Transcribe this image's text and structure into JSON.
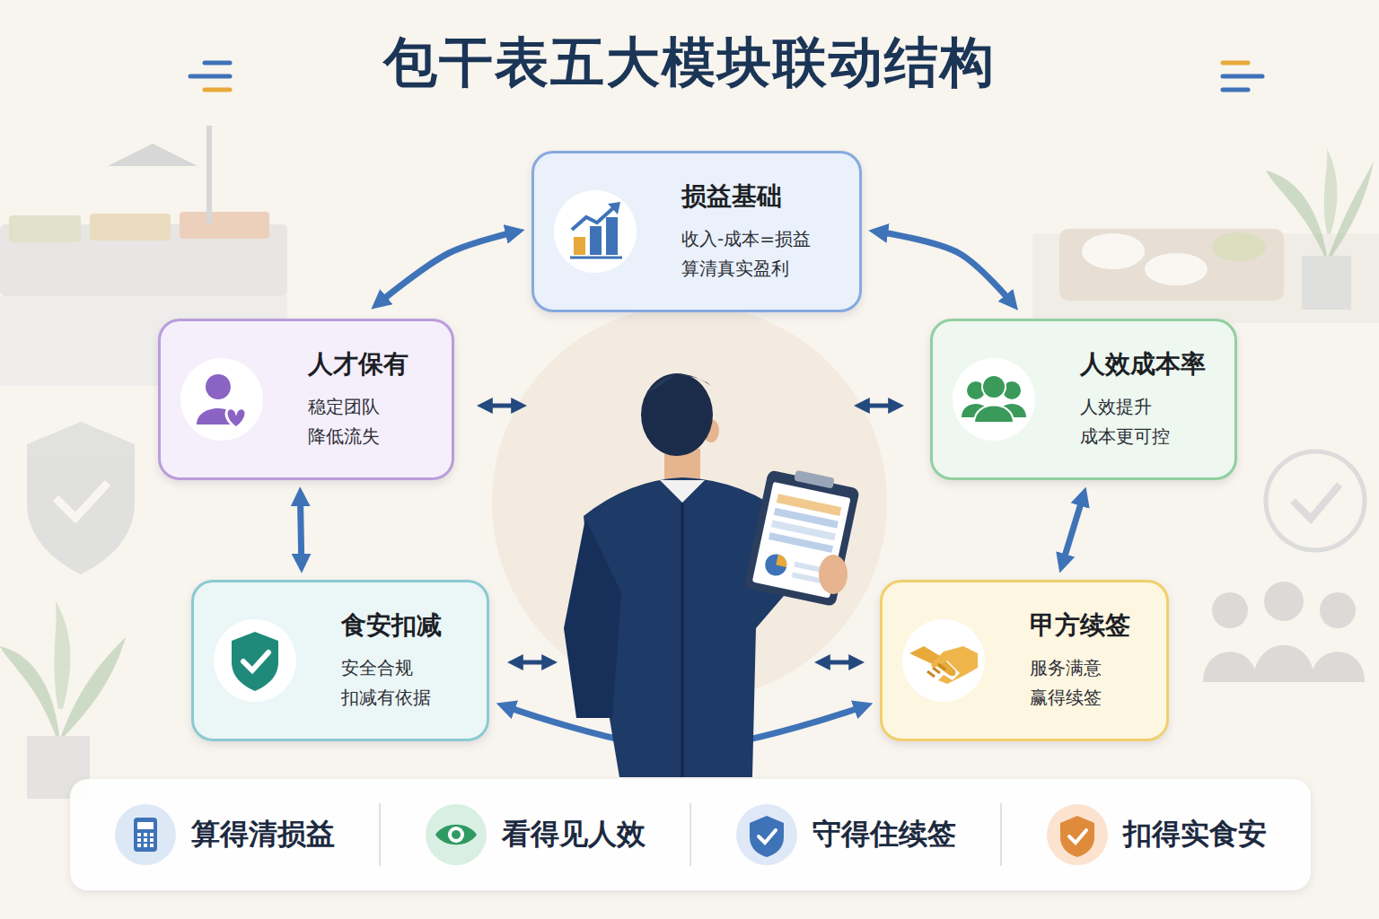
{
  "diagram": {
    "title": "包干表五大模块联动结构",
    "nodes": [
      {
        "text": [
          "损益基础",
          "收入-成本=损益 算清真实盈利"
        ]
      },
      {
        "text": [
          "人才保有",
          "稳定团队 降低流失"
        ]
      },
      {
        "text": [
          "人效成本率",
          "人效提升 成本更可控"
        ]
      },
      {
        "text": [
          "食安扣减",
          "安全合规 扣减有依据"
        ]
      },
      {
        "text": [
          "甲方续签",
          "服务满意 赢得续签"
        ]
      },
      {
        "text": [
          "算得清损益",
          "看得见人效",
          "守得住续签",
          "扣得实食安"
        ]
      }
    ],
    "edges": [
      {
        "from": 0,
        "to": 1,
        "arrow": "both"
      },
      {
        "from": 0,
        "to": 2,
        "arrow": "both"
      },
      {
        "from": 1,
        "to": 3,
        "arrow": "both"
      },
      {
        "from": 2,
        "to": 4,
        "arrow": "both"
      },
      {
        "from": 3,
        "to": 4,
        "arrow": "both"
      }
    ]
  }
}
